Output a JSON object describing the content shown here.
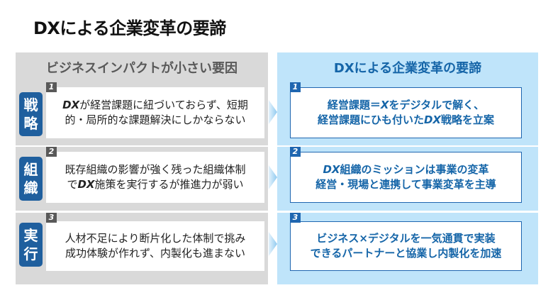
{
  "title": "DXによる企業変革の要諦",
  "left": {
    "heading": "ビジネスインパクトが小さい要因",
    "rows": [
      {
        "num": "1",
        "label": [
          "戦",
          "略"
        ],
        "lines": [
          [
            {
              "t": "DX",
              "i": true
            },
            {
              "t": "が経営課題に紐づいておらず、短期"
            }
          ],
          [
            {
              "t": "的・局所的な課題解決にしかならない"
            }
          ]
        ]
      },
      {
        "num": "2",
        "label": [
          "組",
          "織"
        ],
        "lines": [
          [
            {
              "t": "既存組織の影響が強く残った組織体制"
            }
          ],
          [
            {
              "t": "で"
            },
            {
              "t": "DX",
              "i": true
            },
            {
              "t": "施策を実行するが推進力が弱い"
            }
          ]
        ]
      },
      {
        "num": "3",
        "label": [
          "実",
          "行"
        ],
        "lines": [
          [
            {
              "t": "人材不足により断片化した体制で挑み"
            }
          ],
          [
            {
              "t": "成功体験が作れず、内製化も進まない"
            }
          ]
        ]
      }
    ]
  },
  "right": {
    "heading": "DXによる企業変革の要諦",
    "rows": [
      {
        "num": "1",
        "lines": [
          [
            {
              "t": "経営課題＝"
            },
            {
              "t": "X",
              "i": true
            },
            {
              "t": "をデジタルで解く、"
            }
          ],
          [
            {
              "t": "経営課題にひも付いた"
            },
            {
              "t": "DX",
              "i": true
            },
            {
              "t": "戦略を立案"
            }
          ]
        ]
      },
      {
        "num": "2",
        "lines": [
          [
            {
              "t": "DX",
              "i": true
            },
            {
              "t": "組織のミッションは事業の変革"
            }
          ],
          [
            {
              "t": "経営・現場と連携して事業変革を主導"
            }
          ]
        ]
      },
      {
        "num": "3",
        "lines": [
          [
            {
              "t": "ビジネス×デジタルを一気通貫で実装"
            }
          ],
          [
            {
              "t": "できるパートナーと協業し内製化を加速"
            }
          ]
        ]
      }
    ]
  },
  "colors": {
    "grey_panel": "#d9d9d9",
    "blue_panel": "#bfe4fa",
    "label_blue": "#1f5f9e",
    "text_blue": "#1565a8"
  }
}
